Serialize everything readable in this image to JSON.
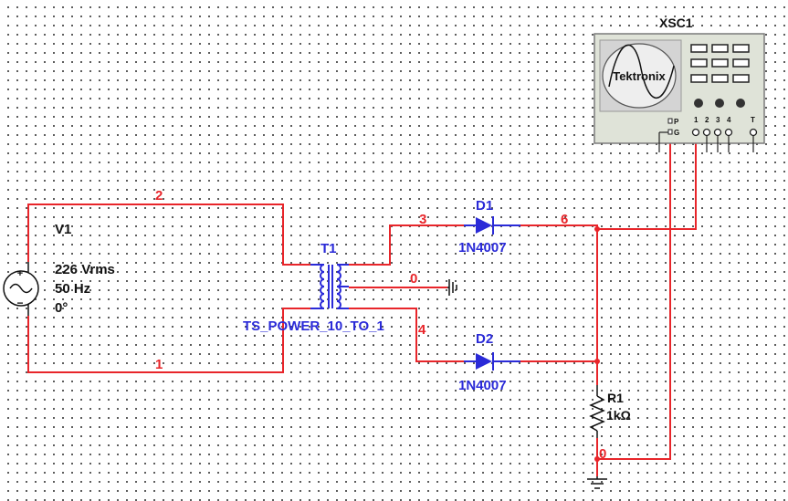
{
  "scope": {
    "ref": "XSC1",
    "brand": "Tektronix",
    "ch1_p": "P",
    "ch1_g": "G",
    "channels": [
      "1",
      "2",
      "3",
      "4"
    ],
    "trigger": "T"
  },
  "source": {
    "ref": "V1",
    "voltage": "226 Vrms",
    "frequency": "50 Hz",
    "phase": "0°"
  },
  "transformer": {
    "ref": "T1",
    "model": "TS_POWER_10_TO_1"
  },
  "diodes": [
    {
      "ref": "D1",
      "model": "1N4007"
    },
    {
      "ref": "D2",
      "model": "1N4007"
    }
  ],
  "resistor": {
    "ref": "R1",
    "value": "1kΩ"
  },
  "nets": {
    "n2": "2",
    "n1": "1",
    "n3": "3",
    "n6": "6",
    "n0_top": "0",
    "n4": "4",
    "n0_bottom": "0"
  },
  "colors": {
    "wire": "#e8252a",
    "component": "#2a2ad8",
    "scope_body": "#dfe3d8"
  }
}
